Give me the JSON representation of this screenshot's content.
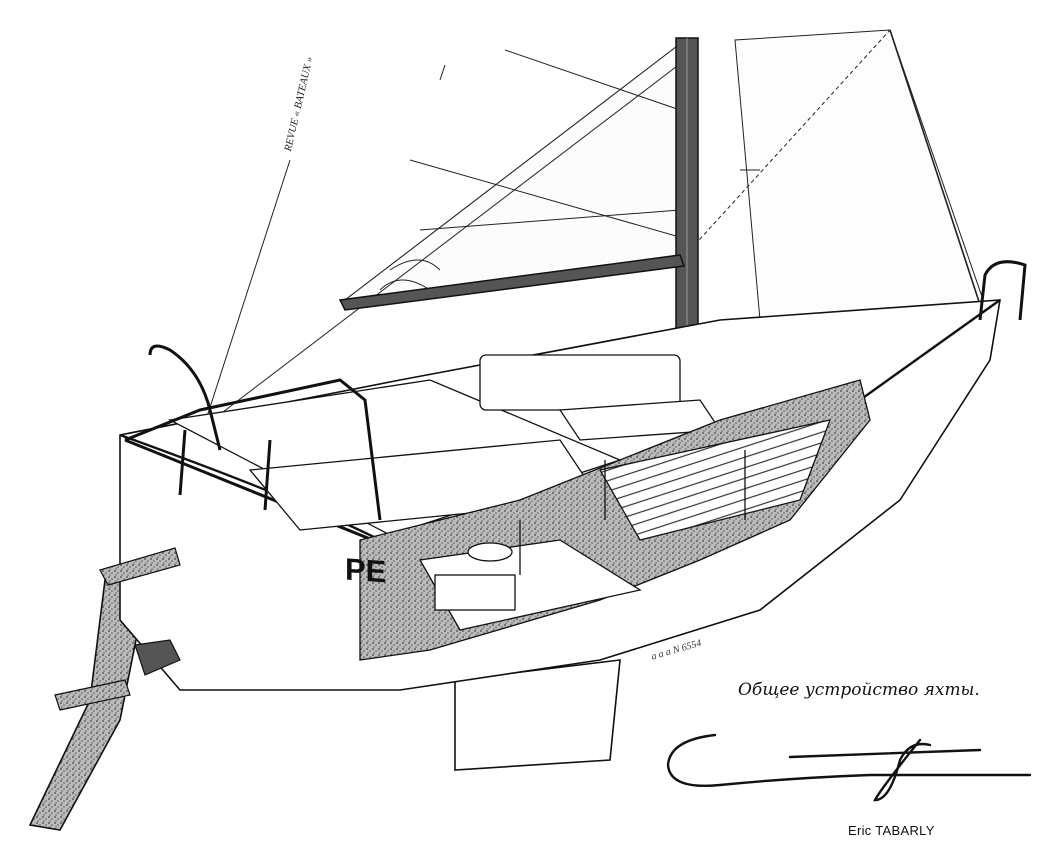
{
  "caption": "Общее устройство яхты.",
  "signature_name": "Eric TABARLY",
  "stamp": "REVUE « BATEAUX »",
  "transom_name": "PE",
  "hull_number": "a a a  N 6554",
  "colors": {
    "ink": "#111111",
    "paper": "#ffffff",
    "shade": "#555555"
  }
}
